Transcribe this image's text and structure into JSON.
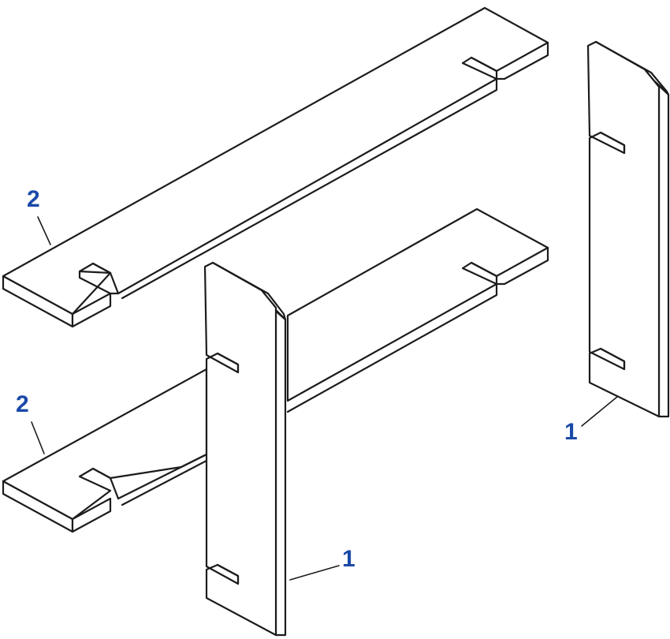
{
  "colors": {
    "line": "#1c1c1c",
    "fill": "#ffffff",
    "callout": "#1a4aa8"
  },
  "callouts": [
    {
      "id": "c1",
      "label": "2",
      "part": "horizontal-board-upper"
    },
    {
      "id": "c2",
      "label": "2",
      "part": "horizontal-board-lower"
    },
    {
      "id": "c3",
      "label": "1",
      "part": "vertical-board-front"
    },
    {
      "id": "c4",
      "label": "1",
      "part": "vertical-board-right"
    }
  ]
}
